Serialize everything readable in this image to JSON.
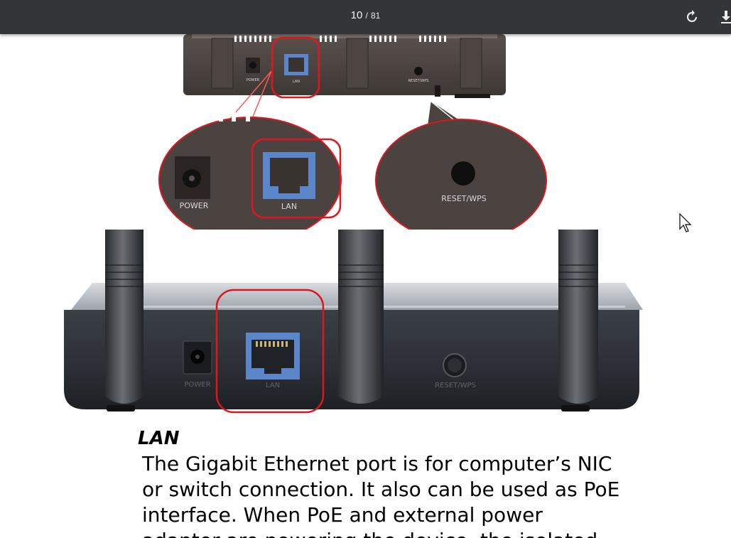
{
  "toolbar": {
    "current_page": "10",
    "separator": "/",
    "total_pages": "81",
    "rotate_icon": "rotate-icon",
    "download_icon": "download-icon"
  },
  "figure": {
    "small_power_label": "POWER",
    "small_lan_label": "LAN",
    "small_reset_label": "RESET/WPS",
    "zoom_power_label": "POWER",
    "zoom_lan_label": "LAN",
    "zoom_reset_label": "RESET/WPS",
    "photo_power_label": "POWER",
    "photo_lan_label": "LAN",
    "photo_reset_label": "RESET/WPS"
  },
  "document": {
    "heading": "LAN",
    "lines": [
      "The Gigabit Ethernet port is for computer’s NIC",
      "or switch connection. It also can be used as PoE",
      "interface. When PoE and external power",
      "adapter are powering the device, the isolated"
    ]
  },
  "colors": {
    "toolbar_bg": "#323639",
    "highlight_red": "#e0161f",
    "port_blue": "#5b86c9",
    "device_dark": "#4a4340"
  }
}
